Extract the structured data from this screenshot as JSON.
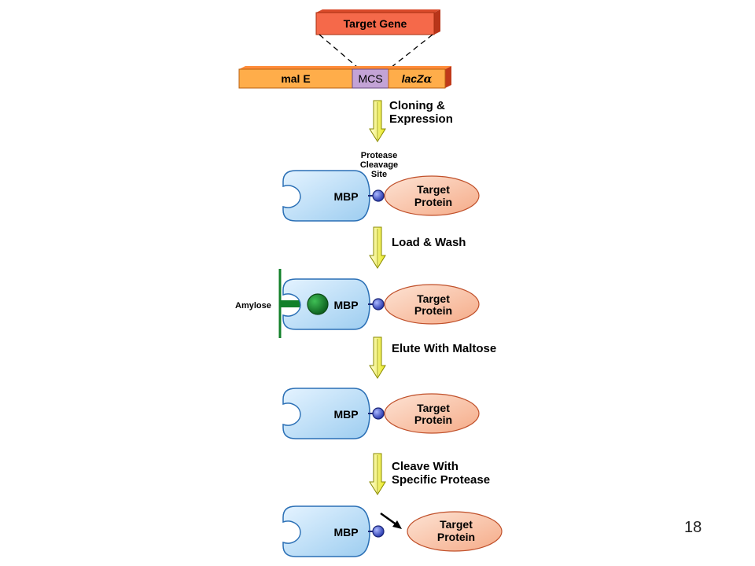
{
  "gene": {
    "target_gene": "Target Gene",
    "mal_e": "mal E",
    "mcs": "MCS",
    "lacz_prefix": "lacZ",
    "lacz_suffix": "α"
  },
  "steps": {
    "cloning_line1": "Cloning &",
    "cloning_line2": "Expression",
    "load_wash": "Load & Wash",
    "elute": "Elute With Maltose",
    "cleave_line1": "Cleave With",
    "cleave_line2": "Specific Protease"
  },
  "protease_site": {
    "line1": "Protease",
    "line2": "Cleavage",
    "line3": "Site"
  },
  "protein": {
    "mbp": "MBP",
    "target_line1": "Target",
    "target_line2": "Protein"
  },
  "amylose": "Amylose",
  "page_number": "18",
  "colors": {
    "target_gene": "#f5694a",
    "mal_e": "#ffad4a",
    "mcs": "#c3a3d6",
    "lacz": "#ffad4a",
    "mbp_fill": "#bfe0f7",
    "mbp_stroke": "#2a6fb5",
    "target_protein": "#f9c6ad",
    "linker": "#3355cc",
    "amylose": "#12802a",
    "arrow": "#f2f22a"
  }
}
